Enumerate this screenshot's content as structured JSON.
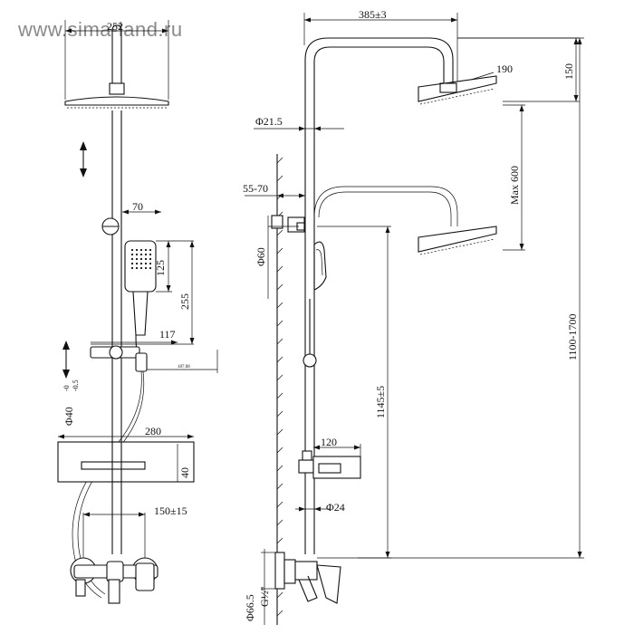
{
  "watermark": "www.sima-land.ru",
  "dimensions": {
    "front_head_width": "252",
    "holder_offset": "70",
    "hand_head_len": "125",
    "hand_total_len": "255",
    "holder_depth": "117",
    "tiny_note": "187.08",
    "rail_dia": "Φ40",
    "rail_tol_upper": "-0",
    "rail_tol_lower": "-0.5",
    "shelf_width": "280",
    "shelf_height": "40",
    "mixer_centers": "150±15",
    "side_arm_reach": "385±3",
    "head_dia": "190",
    "head_drop": "150",
    "pipe_dia": "Φ21.5",
    "wall_gap": "55-70",
    "max_travel": "Max 600",
    "bracket_dia": "Φ60",
    "mixer_to_bracket": "1145±5",
    "total_height": "1100-1700",
    "side_shelf_width": "120",
    "lower_pipe_dia": "Φ24",
    "flange_dia": "Φ66.5",
    "thread": "G½\""
  }
}
